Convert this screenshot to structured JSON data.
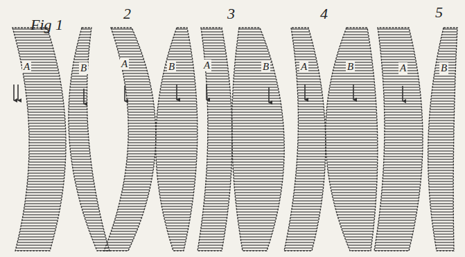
{
  "diagram": {
    "labels": [
      "Fig 1",
      "2",
      "3",
      "4",
      "5",
      "A",
      "B",
      "A",
      "B",
      "A",
      "B",
      "A",
      "B",
      "A",
      "B"
    ]
  }
}
